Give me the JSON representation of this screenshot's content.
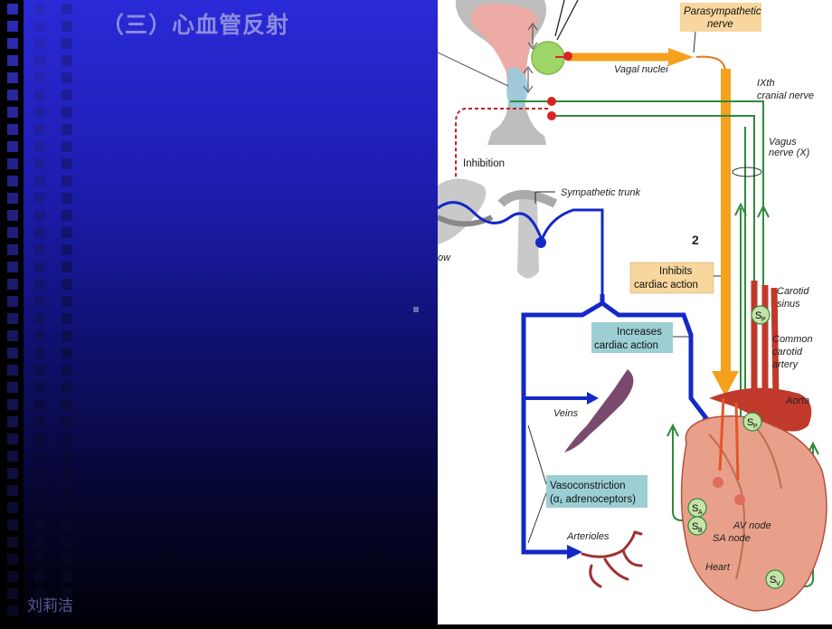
{
  "slide": {
    "title": "（三）心血管反射",
    "footer": "刘莉洁"
  },
  "figure": {
    "labels": {
      "parasympathetic": [
        "Parasympathetic",
        "nerve"
      ],
      "vagal_nuclei": "Vagal nuclei",
      "ixth": [
        "IXth",
        "cranial nerve"
      ],
      "vagus": [
        "Vagus",
        "nerve (X)"
      ],
      "inhibition": "Inhibition",
      "sympathetic_trunk": "Sympathetic trunk",
      "number": "2",
      "ow": "ow",
      "inhibits": [
        "Inhibits",
        "cardiac action"
      ],
      "carotid_sinus": [
        "Carotid",
        "sinus"
      ],
      "common_carotid": [
        "Common",
        "carotid",
        "artery"
      ],
      "increases": [
        "Increases",
        "cardiac action"
      ],
      "aorta": "Aorta",
      "veins": "Veins",
      "vasoconstriction": [
        "Vasoconstriction",
        "(α₁ adrenoceptors)"
      ],
      "arterioles": "Arterioles",
      "av_node": "AV node",
      "sa_node": "SA node",
      "heart": "Heart",
      "receptor_sp": "S",
      "receptor_sp_sub": "P",
      "receptor_sa": "S",
      "receptor_sa_sub": "A",
      "receptor_sb": "S",
      "receptor_sb_sub": "B",
      "receptor_sv": "S",
      "receptor_sv_sub": "V"
    },
    "colors": {
      "parasympathetic": "#f5a01e",
      "sympathetic": "#1428c8",
      "afferent": "#2e8b3a",
      "inhibition": "#cc2222",
      "box_orange": "#f8d79e",
      "box_teal": "#9ccfd4"
    }
  }
}
